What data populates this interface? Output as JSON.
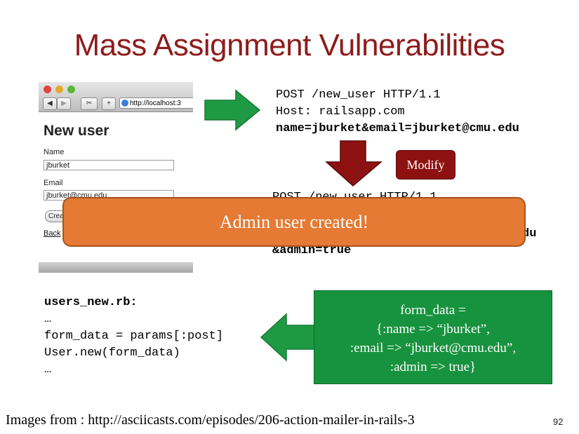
{
  "title": "Mass Assignment Vulnerabilities",
  "browser": {
    "nav_back": "◀",
    "nav_forward": "▶",
    "rss_button": "✂",
    "add_button": "+",
    "url": "http://localhost:3",
    "page_heading": "New user",
    "name_label": "Name",
    "name_value": "jburket",
    "email_label": "Email",
    "email_value": "jburket@cmu.edu",
    "create_button": "Crea",
    "back_link": "Back"
  },
  "request_original": {
    "line1": "POST /new_user HTTP/1.1",
    "line2": "Host: railsapp.com",
    "line3": "name=jburket&email=jburket@cmu.edu"
  },
  "modify_label": "Modify",
  "request_modified": {
    "line1": "POST /new_user HTTP/1.1",
    "line3_tail": "du",
    "line4": "&admin=true"
  },
  "banner": "Admin user created!",
  "code": {
    "filename": "users_new.rb:",
    "line1": "…",
    "line2": "form_data = params[:post]",
    "line3": "User.new(form_data)",
    "line4": "…"
  },
  "form_data_box": {
    "line1": "form_data =",
    "line2": "{:name => “jburket”,",
    "line3": ":email => “jburket@cmu.edu”,",
    "line4": ":admin => true}"
  },
  "footer": "Images from : http://asciicasts.com/episodes/206-action-mailer-in-rails-3",
  "page_number": "92",
  "colors": {
    "title": "#8e1c1c",
    "green_arrow": "#1f9a44",
    "red_arrow": "#8e1111",
    "banner": "#e47a33",
    "green_box": "#17923e"
  }
}
